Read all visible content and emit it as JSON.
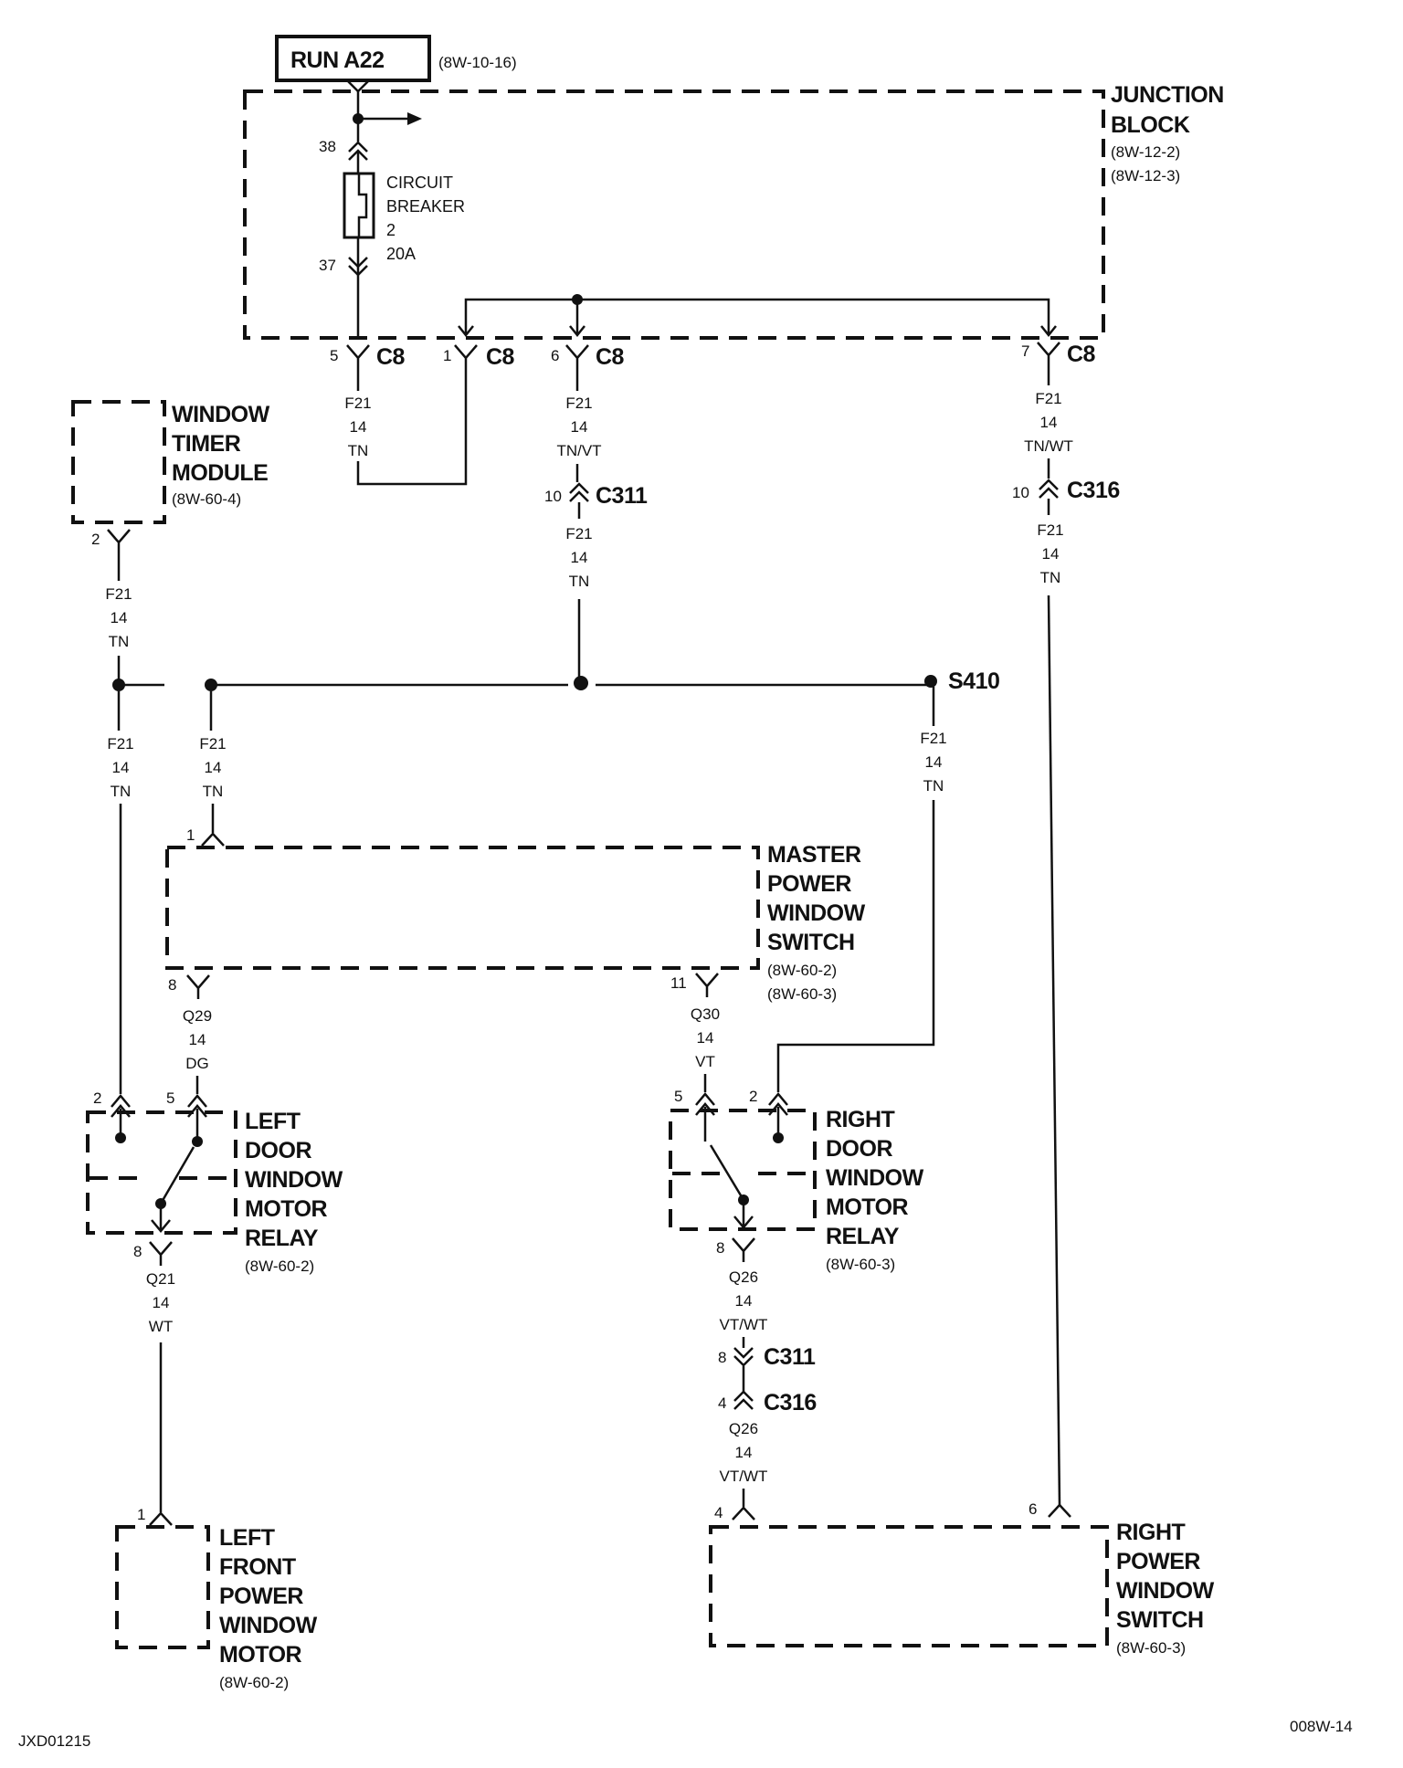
{
  "header": {
    "run_label": "RUN A22",
    "run_ref": "(8W-10-16)"
  },
  "junction_block": {
    "title_lines": [
      "JUNCTION",
      "BLOCK"
    ],
    "refs": [
      "(8W-12-2)",
      "(8W-12-3)"
    ]
  },
  "circuit_breaker": {
    "lines": [
      "CIRCUIT",
      "BREAKER",
      "2",
      "20A"
    ],
    "pin_top": "38",
    "pin_bottom": "37"
  },
  "connectors": {
    "c8_5": {
      "pin": "5",
      "name": "C8"
    },
    "c8_1": {
      "pin": "1",
      "name": "C8"
    },
    "c8_6": {
      "pin": "6",
      "name": "C8"
    },
    "c8_7": {
      "pin": "7",
      "name": "C8"
    },
    "c311_10": {
      "pin": "10",
      "name": "C311"
    },
    "c316_10": {
      "pin": "10",
      "name": "C316"
    },
    "c311_8": {
      "pin": "8",
      "name": "C311"
    },
    "c316_4": {
      "pin": "4",
      "name": "C316"
    }
  },
  "splice": {
    "name": "S410"
  },
  "wire_labels": {
    "w_c8_5": [
      "F21",
      "14",
      "TN"
    ],
    "w_c8_6": [
      "F21",
      "14",
      "TN/VT"
    ],
    "w_c311_below": [
      "F21",
      "14",
      "TN"
    ],
    "w_c8_7": [
      "F21",
      "14",
      "TN/WT"
    ],
    "w_c316_below": [
      "F21",
      "14",
      "TN"
    ],
    "w_wtm": [
      "F21",
      "14",
      "TN"
    ],
    "w_left_relay": [
      "F21",
      "14",
      "TN"
    ],
    "w_mpws": [
      "F21",
      "14",
      "TN"
    ],
    "w_s410": [
      "F21",
      "14",
      "TN"
    ],
    "w_q29": [
      "Q29",
      "14",
      "DG"
    ],
    "w_q30": [
      "Q30",
      "14",
      "VT"
    ],
    "w_q21": [
      "Q21",
      "14",
      "WT"
    ],
    "w_q26_a": [
      "Q26",
      "14",
      "VT/WT"
    ],
    "w_q26_b": [
      "Q26",
      "14",
      "VT/WT"
    ]
  },
  "window_timer_module": {
    "title_lines": [
      "WINDOW",
      "TIMER",
      "MODULE"
    ],
    "ref": "(8W-60-4)",
    "pin": "2"
  },
  "master_power_window_switch": {
    "title_lines": [
      "MASTER",
      "POWER",
      "WINDOW",
      "SWITCH"
    ],
    "refs": [
      "(8W-60-2)",
      "(8W-60-3)"
    ],
    "pin_in": "1",
    "pin_left": "8",
    "pin_right": "11"
  },
  "left_relay": {
    "title_lines": [
      "LEFT",
      "DOOR",
      "WINDOW",
      "MOTOR",
      "RELAY"
    ],
    "ref": "(8W-60-2)",
    "pins": [
      "2",
      "5",
      "8"
    ]
  },
  "right_relay": {
    "title_lines": [
      "RIGHT",
      "DOOR",
      "WINDOW",
      "MOTOR",
      "RELAY"
    ],
    "ref": "(8W-60-3)",
    "pins": [
      "5",
      "2",
      "8"
    ]
  },
  "left_motor": {
    "title_lines": [
      "LEFT",
      "FRONT",
      "POWER",
      "WINDOW",
      "MOTOR"
    ],
    "ref": "(8W-60-2)",
    "pin": "1"
  },
  "right_switch": {
    "title_lines": [
      "RIGHT",
      "POWER",
      "WINDOW",
      "SWITCH"
    ],
    "ref": "(8W-60-3)",
    "pin_left": "4",
    "pin_right": "6"
  },
  "footer": {
    "left_code": "JXD01215",
    "right_code": "008W-14"
  }
}
